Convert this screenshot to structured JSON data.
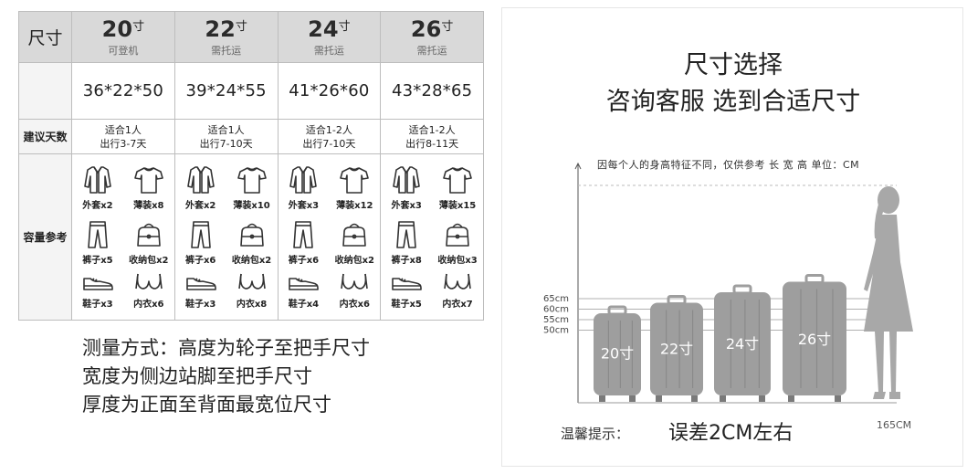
{
  "table": {
    "corner_label": "尺寸",
    "row_labels": {
      "days": "建议天数",
      "capacity": "容量参考"
    },
    "unit": "寸",
    "columns": [
      {
        "size": "20",
        "note": "可登机",
        "dims": "36*22*50",
        "days_line1": "适合1人",
        "days_line2": "出行3-7天",
        "items": [
          "外套x2",
          "薄装x8",
          "裤子x5",
          "收纳包x2",
          "鞋子x3",
          "内衣x6"
        ]
      },
      {
        "size": "22",
        "note": "需托运",
        "dims": "39*24*55",
        "days_line1": "适合1人",
        "days_line2": "出行7-10天",
        "items": [
          "外套x2",
          "薄装x10",
          "裤子x6",
          "收纳包x2",
          "鞋子x3",
          "内衣x8"
        ]
      },
      {
        "size": "24",
        "note": "需托运",
        "dims": "41*26*60",
        "days_line1": "适合1-2人",
        "days_line2": "出行7-10天",
        "items": [
          "外套x3",
          "薄装x12",
          "裤子x6",
          "收纳包x2",
          "鞋子x4",
          "内衣x6"
        ]
      },
      {
        "size": "26",
        "note": "需托运",
        "dims": "43*28*65",
        "days_line1": "适合1-2人",
        "days_line2": "出行8-11天",
        "items": [
          "外套x3",
          "薄装x15",
          "裤子x8",
          "收纳包x3",
          "鞋子x5",
          "内衣x7"
        ]
      }
    ],
    "item_icons": [
      "jacket-icon",
      "tshirt-icon",
      "trousers-icon",
      "pouch-icon",
      "shoe-icon",
      "bra-icon"
    ]
  },
  "measurement": {
    "line1": "测量方式：高度为轮子至把手尺寸",
    "line2": "宽度为侧边站脚至把手尺寸",
    "line3": "厚度为正面至背面最宽位尺寸"
  },
  "reference": {
    "title_line1": "尺寸选择",
    "title_line2": "咨询客服 选到合适尺寸",
    "note": "因每个人的身高特征不同，仅供参考 长 宽 高 单位：CM",
    "levels": [
      {
        "label": "65cm",
        "value": 65
      },
      {
        "label": "60cm",
        "value": 60
      },
      {
        "label": "55cm",
        "value": 55
      },
      {
        "label": "50cm",
        "value": 50
      }
    ],
    "suitcases": [
      {
        "label": "20寸",
        "height_cm": 50
      },
      {
        "label": "22寸",
        "height_cm": 55
      },
      {
        "label": "24寸",
        "height_cm": 60
      },
      {
        "label": "26寸",
        "height_cm": 65
      }
    ],
    "person_height_label": "165CM",
    "person_height_cm": 165,
    "warm_tip_label": "温馨提示：",
    "warm_tip_value": "误差2CM左右",
    "colors": {
      "suitcase": "#9e9e9e",
      "silhouette": "#a8a8a8",
      "guide_line": "#b0b0b0"
    }
  }
}
